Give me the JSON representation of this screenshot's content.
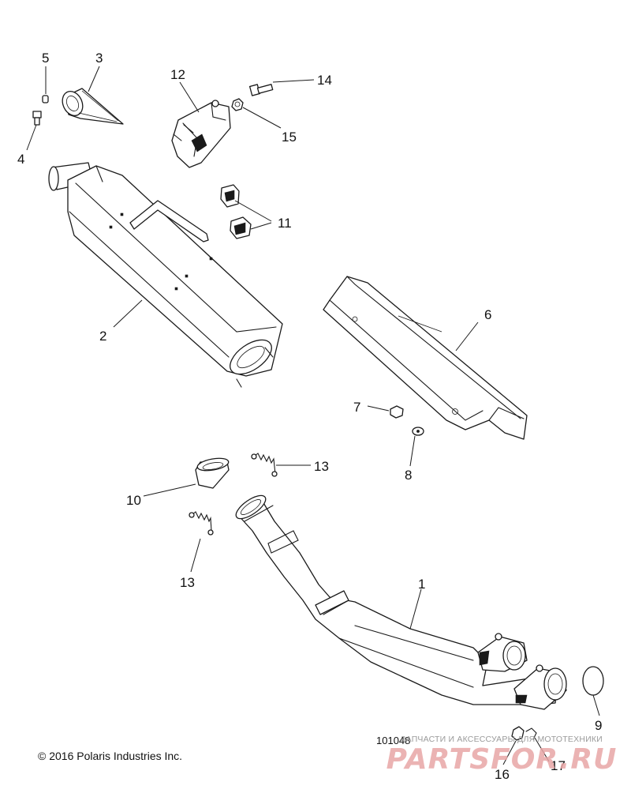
{
  "diagram": {
    "figure_id": "101048",
    "copyright": "© 2016 Polaris Industries Inc.",
    "callouts": {
      "c1": "1",
      "c2": "2",
      "c3": "3",
      "c4": "4",
      "c5": "5",
      "c6": "6",
      "c7": "7",
      "c8": "8",
      "c9": "9",
      "c10": "10",
      "c11": "11",
      "c12": "12",
      "c13a": "13",
      "c13b": "13",
      "c14": "14",
      "c15": "15",
      "c16": "16",
      "c17": "17"
    }
  },
  "watermark": {
    "tagline": "ЗАПЧАСТИ И АКСЕССУАРЫ ДЛЯ МОТОТЕХНИКИ",
    "brand": "PARTSFOR.RU",
    "color": "#e8a6a6"
  }
}
